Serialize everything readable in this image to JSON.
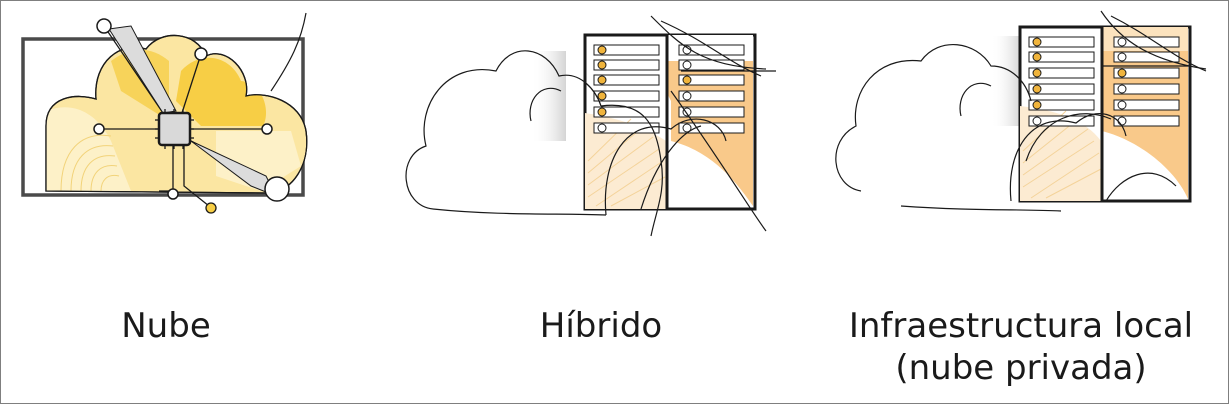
{
  "colors": {
    "accent_yellow": "#F7CE45",
    "pale_yellow": "#FBE6A2",
    "accent_orange": "#F9C98A",
    "line": "#1a1a1a",
    "gray_outline": "#555555"
  },
  "panels": [
    {
      "id": "cloud",
      "label": "Nube",
      "icon": "cloud-chip-icon"
    },
    {
      "id": "hybrid",
      "label": "Híbrido",
      "icon": "hybrid-cloud-server-icon"
    },
    {
      "id": "onprem",
      "label": "Infraestructura local\n(nube privada)",
      "icon": "server-rack-icon"
    }
  ]
}
